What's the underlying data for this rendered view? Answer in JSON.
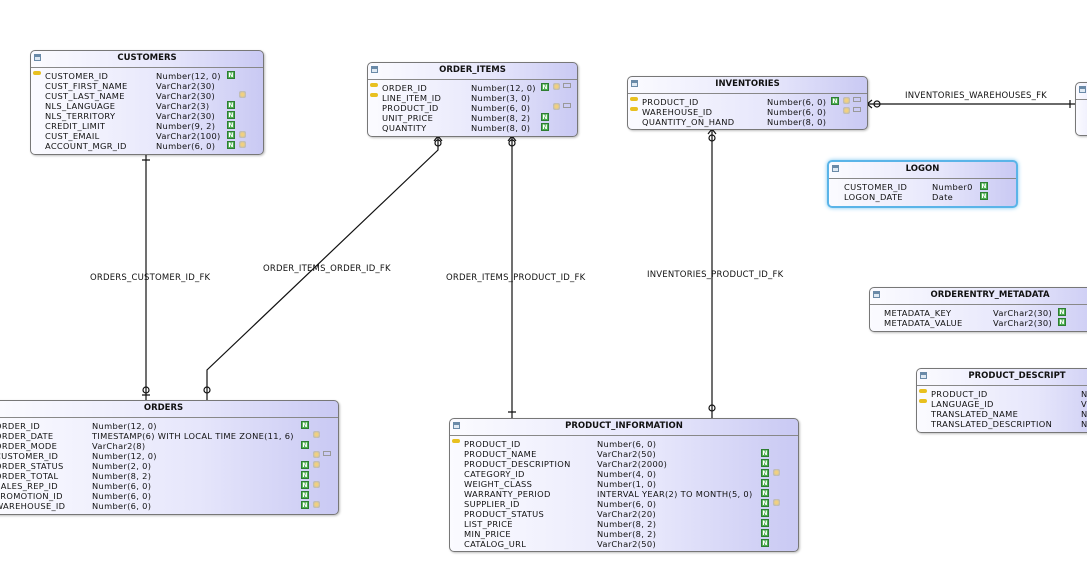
{
  "entities": {
    "customers": {
      "title": "CUSTOMERS",
      "columns": [
        {
          "name": "CUSTOMER_ID",
          "type": "Number(12, 0)",
          "pk": true,
          "not_null": true
        },
        {
          "name": "CUST_FIRST_NAME",
          "type": "VarChar2(30)"
        },
        {
          "name": "CUST_LAST_NAME",
          "type": "VarChar2(30)",
          "fk": true
        },
        {
          "name": "NLS_LANGUAGE",
          "type": "VarChar2(3)",
          "not_null": true
        },
        {
          "name": "NLS_TERRITORY",
          "type": "VarChar2(30)",
          "not_null": true
        },
        {
          "name": "CREDIT_LIMIT",
          "type": "Number(9, 2)",
          "not_null": true
        },
        {
          "name": "CUST_EMAIL",
          "type": "VarChar2(100)",
          "not_null": true,
          "fk": true
        },
        {
          "name": "ACCOUNT_MGR_ID",
          "type": "Number(6, 0)",
          "not_null": true,
          "fk": true
        }
      ]
    },
    "order_items": {
      "title": "ORDER_ITEMS",
      "columns": [
        {
          "name": "ORDER_ID",
          "type": "Number(12, 0)",
          "pk": true,
          "not_null": true,
          "fk": true,
          "idx": true
        },
        {
          "name": "LINE_ITEM_ID",
          "type": "Number(3, 0)",
          "pk": true
        },
        {
          "name": "PRODUCT_ID",
          "type": "Number(6, 0)",
          "fk": true,
          "idx": true
        },
        {
          "name": "UNIT_PRICE",
          "type": "Number(8, 2)",
          "not_null": true
        },
        {
          "name": "QUANTITY",
          "type": "Number(8, 0)",
          "not_null": true
        }
      ]
    },
    "inventories": {
      "title": "INVENTORIES",
      "columns": [
        {
          "name": "PRODUCT_ID",
          "type": "Number(6, 0)",
          "pk": true,
          "not_null": true,
          "fk": true,
          "idx": true
        },
        {
          "name": "WAREHOUSE_ID",
          "type": "Number(6, 0)",
          "pk": true,
          "fk": true,
          "idx": true
        },
        {
          "name": "QUANTITY_ON_HAND",
          "type": "Number(8, 0)"
        }
      ]
    },
    "logon": {
      "title": "LOGON",
      "columns": [
        {
          "name": "CUSTOMER_ID",
          "type": "Number0",
          "not_null": true
        },
        {
          "name": "LOGON_DATE",
          "type": "Date",
          "not_null": true
        }
      ]
    },
    "orderentry_metadata": {
      "title": "ORDERENTRY_METADATA",
      "columns": [
        {
          "name": "METADATA_KEY",
          "type": "VarChar2(30)",
          "not_null": true
        },
        {
          "name": "METADATA_VALUE",
          "type": "VarChar2(30)",
          "not_null": true
        }
      ]
    },
    "product_descriptions": {
      "title": "PRODUCT_DESCRIPT",
      "columns": [
        {
          "name": "PRODUCT_ID",
          "type": "N",
          "pk": true
        },
        {
          "name": "LANGUAGE_ID",
          "type": "V",
          "pk": true
        },
        {
          "name": "TRANSLATED_NAME",
          "type": "N"
        },
        {
          "name": "TRANSLATED_DESCRIPTION",
          "type": "N"
        }
      ]
    },
    "orders": {
      "title": "ORDERS",
      "columns": [
        {
          "name": "ORDER_ID",
          "type": "Number(12, 0)",
          "not_null": true
        },
        {
          "name": "ORDER_DATE",
          "type": "TIMESTAMP(6) WITH LOCAL TIME ZONE(11, 6)",
          "fk": true
        },
        {
          "name": "ORDER_MODE",
          "type": "VarChar2(8)",
          "not_null": true
        },
        {
          "name": "CUSTOMER_ID",
          "type": "Number(12, 0)",
          "fk": true,
          "idx": true
        },
        {
          "name": "ORDER_STATUS",
          "type": "Number(2, 0)",
          "not_null": true,
          "fk": true
        },
        {
          "name": "ORDER_TOTAL",
          "type": "Number(8, 2)",
          "not_null": true
        },
        {
          "name": "SALES_REP_ID",
          "type": "Number(6, 0)",
          "not_null": true,
          "fk": true
        },
        {
          "name": "PROMOTION_ID",
          "type": "Number(6, 0)",
          "not_null": true
        },
        {
          "name": "WAREHOUSE_ID",
          "type": "Number(6, 0)",
          "not_null": true,
          "fk": true
        }
      ]
    },
    "product_information": {
      "title": "PRODUCT_INFORMATION",
      "columns": [
        {
          "name": "PRODUCT_ID",
          "type": "Number(6, 0)",
          "pk": true
        },
        {
          "name": "PRODUCT_NAME",
          "type": "VarChar2(50)",
          "not_null": true
        },
        {
          "name": "PRODUCT_DESCRIPTION",
          "type": "VarChar2(2000)",
          "not_null": true
        },
        {
          "name": "CATEGORY_ID",
          "type": "Number(4, 0)",
          "not_null": true,
          "fk": true
        },
        {
          "name": "WEIGHT_CLASS",
          "type": "Number(1, 0)",
          "not_null": true
        },
        {
          "name": "WARRANTY_PERIOD",
          "type": "INTERVAL YEAR(2) TO MONTH(5, 0)",
          "not_null": true
        },
        {
          "name": "SUPPLIER_ID",
          "type": "Number(6, 0)",
          "not_null": true,
          "fk": true
        },
        {
          "name": "PRODUCT_STATUS",
          "type": "VarChar2(20)",
          "not_null": true
        },
        {
          "name": "LIST_PRICE",
          "type": "Number(8, 2)",
          "not_null": true
        },
        {
          "name": "MIN_PRICE",
          "type": "Number(8, 2)",
          "not_null": true
        },
        {
          "name": "CATALOG_URL",
          "type": "VarChar2(50)",
          "not_null": true
        }
      ]
    }
  },
  "relations": {
    "orders_customer_id_fk": "ORDERS_CUSTOMER_ID_FK",
    "order_items_order_id_fk": "ORDER_ITEMS_ORDER_ID_FK",
    "order_items_product_id_fk": "ORDER_ITEMS_PRODUCT_ID_FK",
    "inventories_product_id_fk": "INVENTORIES_PRODUCT_ID_FK",
    "inventories_warehouses_fk": "INVENTORIES_WAREHOUSES_FK"
  },
  "colors": {
    "not_null_badge": "#4caf50",
    "selected_border": "#5ab4e8",
    "entity_gradient_end": "#c9c9f3"
  }
}
